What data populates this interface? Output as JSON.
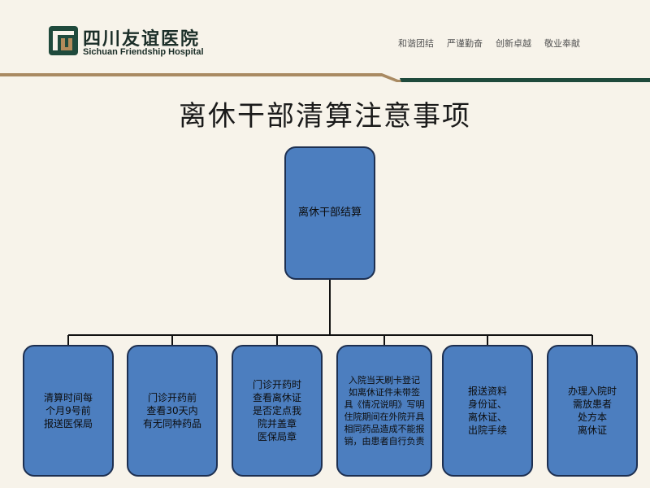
{
  "header": {
    "logo_cn": "四川友谊医院",
    "logo_en": "Sichuan Friendship Hospital",
    "nav": [
      "和谐团结",
      "严谨勤奋",
      "创新卓越",
      "敬业奉献"
    ]
  },
  "title": "离休干部清算注意事项",
  "diagram": {
    "root": "离休干部结算",
    "children": [
      "清算时间每\n个月9号前\n报送医保局",
      "门诊开药前\n查看30天内\n有无同种药品",
      "门诊开药时\n查看离休证\n是否定点我\n院并盖章\n医保局章",
      "入院当天刷卡登记\n如离休证件未带签\n具《情况说明》写明\n住院期间在外院开具\n相同药品造成不能报\n销，由患者自行负责",
      "报送资料\n身份证、\n离休证、\n出院手续",
      "办理入院时\n需放患者\n处方本\n离休证"
    ]
  },
  "colors": {
    "node_fill": "#4c7ebf",
    "node_border": "#1d2f50",
    "band_brown": "#a98a62",
    "band_green": "#1f4a3c",
    "background": "#f7f3ea"
  }
}
